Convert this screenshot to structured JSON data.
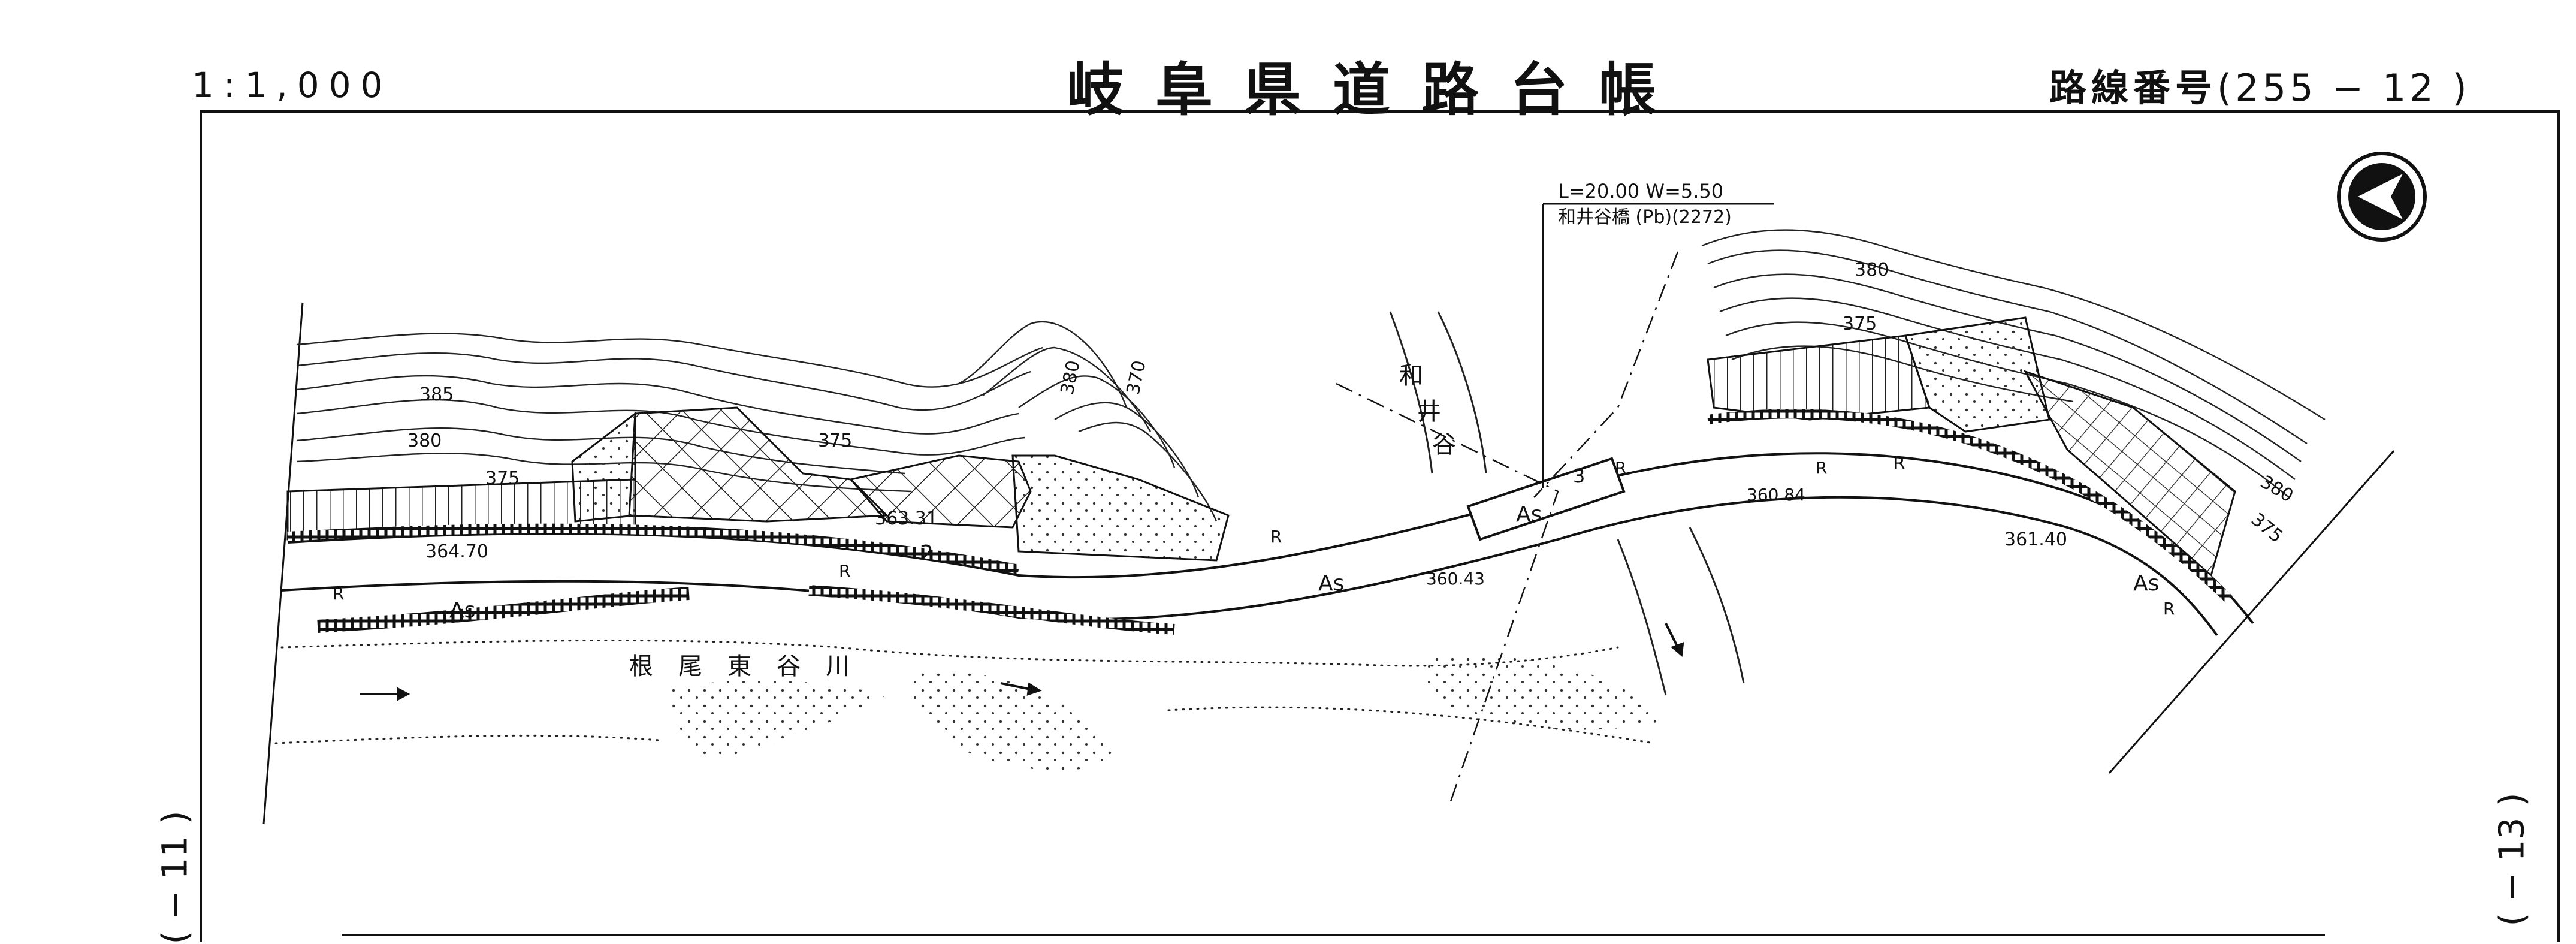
{
  "header": {
    "scale": "1:1,000",
    "title": "岐阜県道路台帳",
    "route_label": "路線番号",
    "route_number": "(255 − 12 )"
  },
  "sheet_links": {
    "previous": "( − 11 )",
    "next": "( − 13 )"
  },
  "bridge": {
    "dimensions": "L=20.00 W=5.50",
    "name": "和井谷橋 (Pb)(2272)"
  },
  "labels": {
    "river": "根尾東谷川",
    "stream_chars": [
      "和",
      "井",
      "谷"
    ],
    "pavement": "As",
    "road_no": "2",
    "bridge_no": "3"
  },
  "elevations": [
    "385",
    "380",
    "375",
    "380",
    "370",
    "375",
    "380",
    "375",
    "380",
    "375",
    "363.31",
    "364.70",
    "360.43",
    "360.84",
    "361.40"
  ],
  "symbol_letter": "R"
}
